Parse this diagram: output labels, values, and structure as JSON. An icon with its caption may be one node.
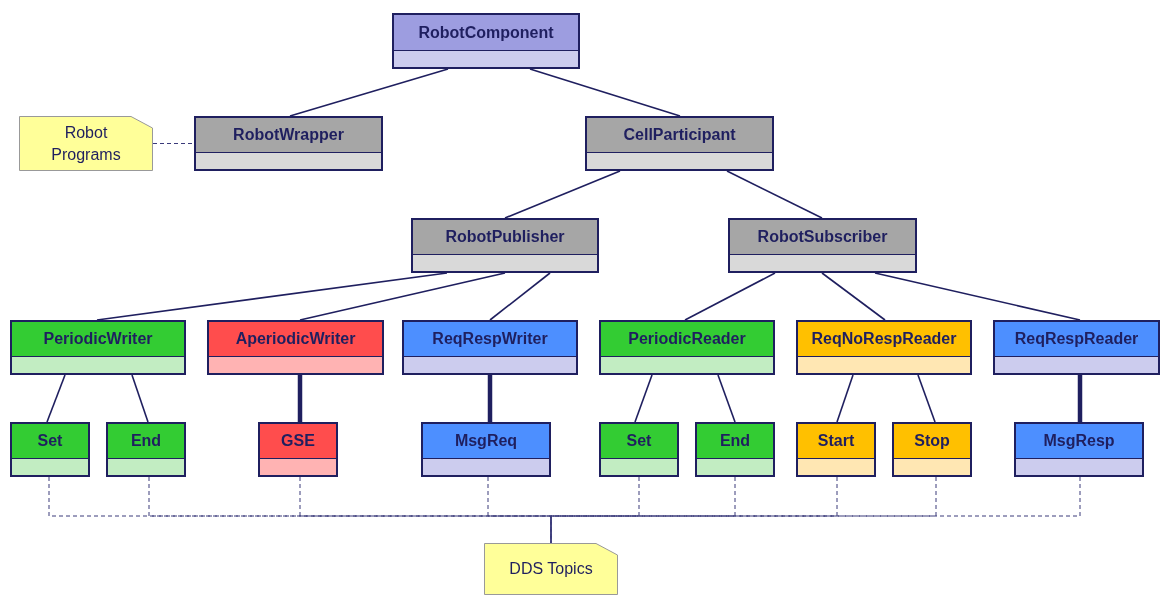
{
  "diagram": {
    "nodes": [
      {
        "text": [
          "RobotComponent"
        ]
      },
      {
        "text": [
          "Robot Programs"
        ]
      },
      {
        "text": [
          "RobotWrapper"
        ]
      },
      {
        "text": [
          "CellParticipant"
        ]
      },
      {
        "text": [
          "RobotPublisher"
        ]
      },
      {
        "text": [
          "RobotSubscriber"
        ]
      },
      {
        "text": [
          "PeriodicWriter"
        ]
      },
      {
        "text": [
          "AperiodicWriter"
        ]
      },
      {
        "text": [
          "ReqRespWriter"
        ]
      },
      {
        "text": [
          "PeriodicReader"
        ]
      },
      {
        "text": [
          "ReqNoRespReader"
        ]
      },
      {
        "text": [
          "ReqRespReader"
        ]
      },
      {
        "text": [
          "Set"
        ]
      },
      {
        "text": [
          "End"
        ]
      },
      {
        "text": [
          "GSE"
        ]
      },
      {
        "text": [
          "MsgReq"
        ]
      },
      {
        "text": [
          "Set"
        ]
      },
      {
        "text": [
          "End"
        ]
      },
      {
        "text": [
          "Start"
        ]
      },
      {
        "text": [
          "Stop"
        ]
      },
      {
        "text": [
          "MsgResp"
        ]
      },
      {
        "text": [
          "DDS Topics"
        ]
      }
    ],
    "edges": [
      {
        "from": 0,
        "to": 2,
        "arrow": "none"
      },
      {
        "from": 0,
        "to": 3,
        "arrow": "none"
      },
      {
        "from": 1,
        "to": 2,
        "arrow": "none",
        "style": "dashed"
      },
      {
        "from": 3,
        "to": 4,
        "arrow": "none"
      },
      {
        "from": 3,
        "to": 5,
        "arrow": "none"
      },
      {
        "from": 4,
        "to": 6,
        "arrow": "none"
      },
      {
        "from": 4,
        "to": 7,
        "arrow": "none"
      },
      {
        "from": 4,
        "to": 8,
        "arrow": "none"
      },
      {
        "from": 5,
        "to": 9,
        "arrow": "none"
      },
      {
        "from": 5,
        "to": 10,
        "arrow": "none"
      },
      {
        "from": 5,
        "to": 11,
        "arrow": "none"
      },
      {
        "from": 6,
        "to": 12,
        "arrow": "none"
      },
      {
        "from": 6,
        "to": 13,
        "arrow": "none"
      },
      {
        "from": 7,
        "to": 14,
        "arrow": "none",
        "style": "thick"
      },
      {
        "from": 8,
        "to": 15,
        "arrow": "none",
        "style": "thick"
      },
      {
        "from": 9,
        "to": 16,
        "arrow": "none"
      },
      {
        "from": 9,
        "to": 17,
        "arrow": "none"
      },
      {
        "from": 10,
        "to": 18,
        "arrow": "none"
      },
      {
        "from": 10,
        "to": 19,
        "arrow": "none"
      },
      {
        "from": 11,
        "to": 20,
        "arrow": "none",
        "style": "thick"
      },
      {
        "from": 12,
        "to": 21,
        "arrow": "none",
        "style": "dashed"
      },
      {
        "from": 13,
        "to": 21,
        "arrow": "none",
        "style": "dashed"
      },
      {
        "from": 14,
        "to": 21,
        "arrow": "none",
        "style": "dashed"
      },
      {
        "from": 15,
        "to": 21,
        "arrow": "none",
        "style": "dashed"
      },
      {
        "from": 16,
        "to": 21,
        "arrow": "none",
        "style": "dashed"
      },
      {
        "from": 17,
        "to": 21,
        "arrow": "none",
        "style": "dashed"
      },
      {
        "from": 18,
        "to": 21,
        "arrow": "none",
        "style": "dashed"
      },
      {
        "from": 19,
        "to": 21,
        "arrow": "none",
        "style": "dashed"
      },
      {
        "from": 20,
        "to": 21,
        "arrow": "none",
        "style": "dashed"
      }
    ]
  }
}
